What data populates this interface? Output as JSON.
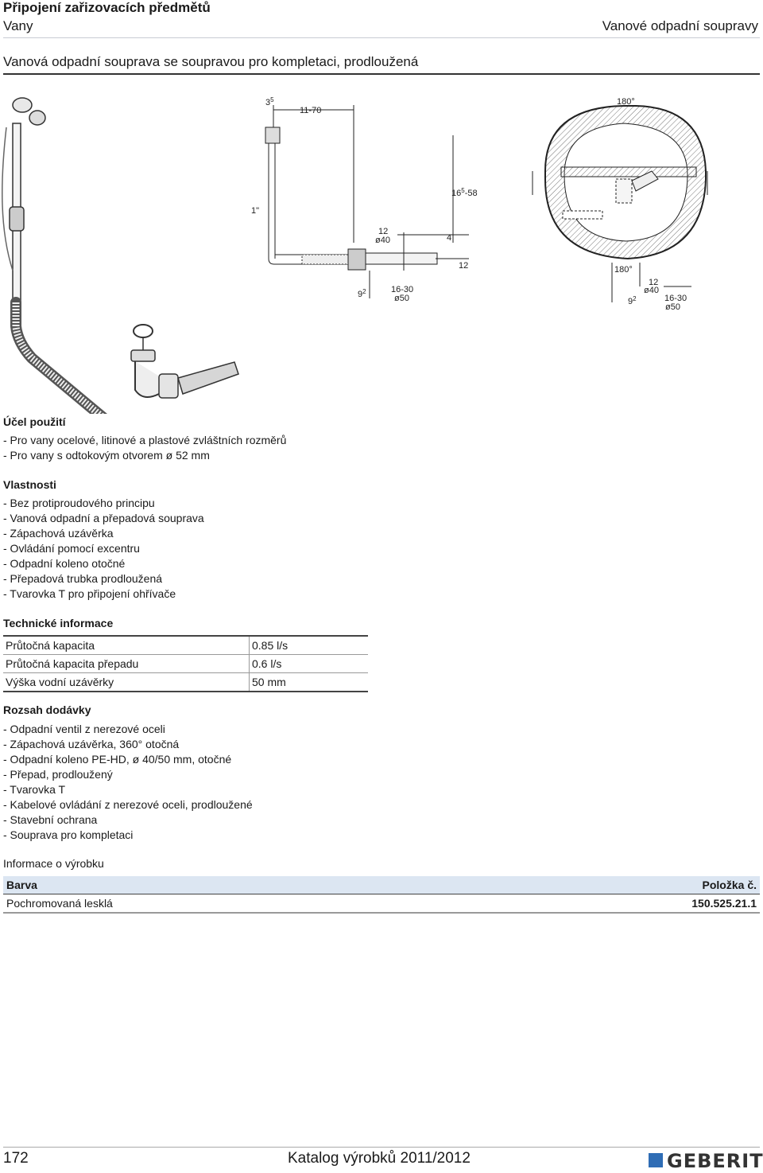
{
  "header": {
    "category": "Připojení zařizovacích předmětů",
    "subcategory": "Vany",
    "section": "Vanové odpadní soupravy"
  },
  "product_title": "Vanová odpadní souprava se soupravou pro kompletaci, prodloužená",
  "drawing": {
    "dim_3_5": "3",
    "dim_3_5_sup": "5",
    "dim_11_70": "11-70",
    "dim_1in": "1\"",
    "dim_16_58_a": "16",
    "dim_16_58_sup": "5",
    "dim_16_58_b": "-58",
    "dim_12_top": "12",
    "dim_o40": "ø40",
    "dim_4": "4",
    "dim_12_right": "12",
    "dim_9": "9",
    "dim_9_sup": "2",
    "dim_16_30": "16-30",
    "dim_o50": "ø50",
    "plan_180_top": "180°",
    "plan_180_bottom": "180°",
    "plan_12": "12",
    "plan_o40": "ø40",
    "plan_9": "9",
    "plan_9_sup": "2",
    "plan_16_30": "16-30",
    "plan_o50": "ø50"
  },
  "usage": {
    "heading": "Účel použití",
    "items": [
      "- Pro vany ocelové, litinové a plastové zvláštních rozměrů",
      "- Pro vany s odtokovým otvorem ø 52 mm"
    ]
  },
  "properties": {
    "heading": "Vlastnosti",
    "items": [
      "- Bez protiproudového principu",
      "- Vanová odpadní a přepadová souprava",
      "- Zápachová uzávěrka",
      "- Ovládání pomocí excentru",
      "- Odpadní koleno otočné",
      "- Přepadová trubka prodloužená",
      "- Tvarovka T pro připojení ohřívače"
    ]
  },
  "technical": {
    "heading": "Technické informace",
    "rows": [
      {
        "label": "Průtočná kapacita",
        "value": "0.85 l/s"
      },
      {
        "label": "Průtočná kapacita přepadu",
        "value": "0.6 l/s"
      },
      {
        "label": "Výška vodní uzávěrky",
        "value": "50 mm"
      }
    ]
  },
  "delivery": {
    "heading": "Rozsah dodávky",
    "items": [
      "- Odpadní ventil z nerezové oceli",
      "- Zápachová uzávěrka, 360° otočná",
      "- Odpadní koleno PE-HD, ø 40/50 mm, otočné",
      "- Přepad, prodloužený",
      "- Tvarovka T",
      "- Kabelové ovládání z nerezové oceli, prodloužené",
      "- Stavební ochrana",
      "- Souprava pro kompletaci"
    ]
  },
  "product_info": {
    "heading": "Informace o výrobku",
    "col_color": "Barva",
    "col_item": "Položka č.",
    "rows": [
      {
        "color": "Pochromovaná lesklá",
        "item": "150.525.21.1"
      }
    ]
  },
  "footer": {
    "page": "172",
    "catalog": "Katalog výrobků 2011/2012",
    "brand": "GEBERIT"
  },
  "colors": {
    "brand_blue": "#2f6db5",
    "table_header_bg": "#dce6f2"
  }
}
